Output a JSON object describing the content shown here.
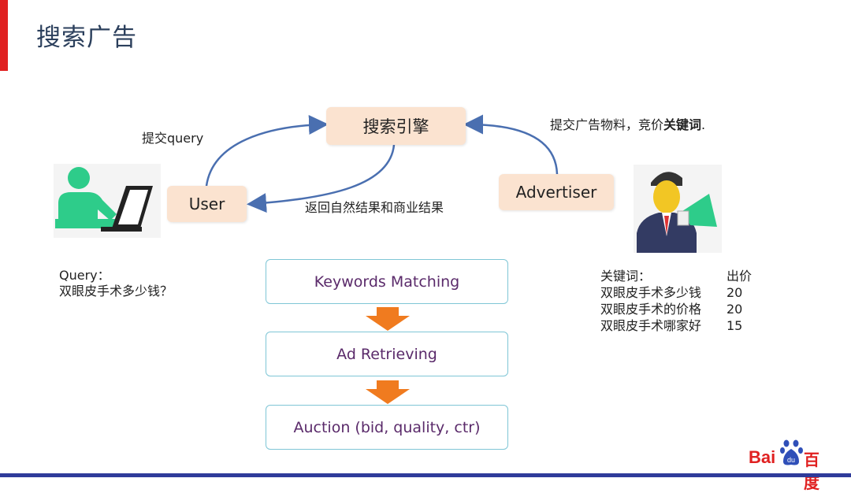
{
  "title": "搜索广告",
  "nodes": {
    "engine": "搜索引擎",
    "user": "User",
    "advertiser": "Advertiser"
  },
  "edges": {
    "submit_query": "提交query",
    "return_results": "返回自然结果和商业结果",
    "advertiser_submit_prefix": "提交广告物料，竞价",
    "advertiser_submit_bold": "关键词",
    "advertiser_submit_suffix": "."
  },
  "query": {
    "label": "Query：",
    "text": "双眼皮手术多少钱？"
  },
  "pipeline": [
    "Keywords Matching",
    "Ad Retrieving",
    "Auction (bid, quality, ctr)"
  ],
  "keywords": {
    "header_word": "关键词：",
    "header_price": "出价",
    "rows": [
      {
        "word": "双眼皮手术多少钱",
        "price": "20"
      },
      {
        "word": "双眼皮手术的价格",
        "price": "20"
      },
      {
        "word": "双眼皮手术哪家好",
        "price": "15"
      }
    ]
  },
  "logo": {
    "bai": "Bai",
    "du": "百度"
  },
  "colors": {
    "peach": "#fbe3d0",
    "arrow_blue": "#4a6fb0",
    "step_border": "#7fc6d6",
    "down_arrow": "#f07b1f",
    "brand_red": "#e02020",
    "bottom_bar": "#2f3b9a"
  }
}
